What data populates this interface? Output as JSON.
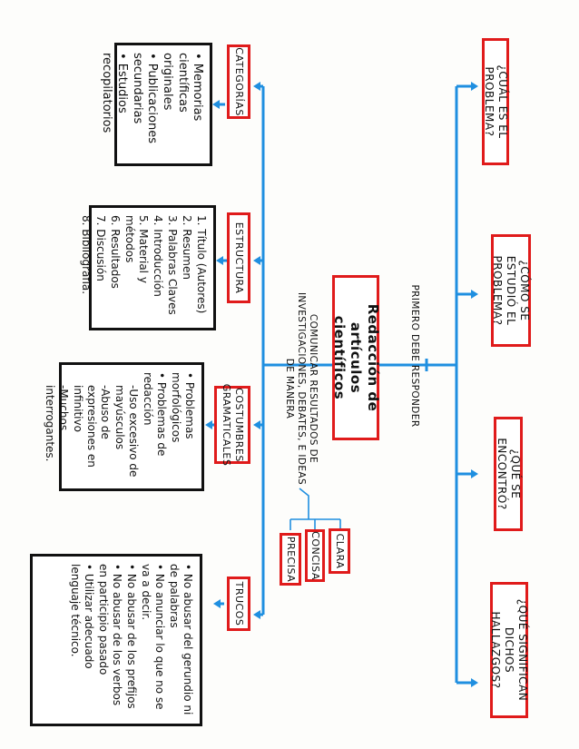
{
  "central": "Redacción de artículos científicos",
  "description": "Comunicar resultados de investigaciones, debates, e ideas de manera",
  "qualities": [
    "Clara",
    "Concisa",
    "Precisa"
  ],
  "prompt": "Primero debe responder",
  "questions": [
    "¿Cuál es el problema?",
    "¿Cómo se estudió el problema?",
    "¿Qué se encontró?",
    "¿Qué significan dichos hallazgos?"
  ],
  "categories": [
    {
      "label": "Categorías",
      "items": [
        "• Memorias científicas originales",
        "• Publicaciones secundarias",
        "• Estudios recopilatorios"
      ]
    },
    {
      "label": "Estructura",
      "items": [
        "1. Título (Autores)",
        "2. Resumen",
        "3. Palabras Claves",
        "4. Introducción",
        "5. Material y métodos",
        "6. Resultados",
        "7. Discusión",
        "8. Bibliografía."
      ]
    },
    {
      "label": "Costumbres gramaticales",
      "items": [
        "• Problemas morfológicos",
        "• Problemas de redacción",
        "-Uso excesivo de mayúsculos",
        "-Abuso de expresiones en infinitivo",
        "-Muchos interrogantes."
      ]
    },
    {
      "label": "Trucos",
      "items": [
        "• No abusar del gerundio ni de palabras",
        "• No anunciar lo que no se va a decir.",
        "• No abusar de los prefijos",
        "• No abusar de los verbos en participio pasado",
        "• Utilizar adecuado lenguaje técnico."
      ]
    }
  ]
}
